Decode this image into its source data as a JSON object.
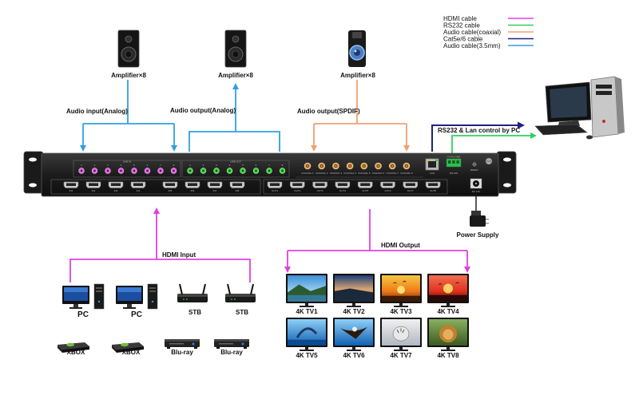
{
  "legend": [
    {
      "label": "HDMI cable",
      "color": "#e040e0"
    },
    {
      "label": "RS232 cable",
      "color": "#30d060"
    },
    {
      "label": "Audio cable(coaxial)",
      "color": "#f0a070"
    },
    {
      "label": "Cat5e/6 cable",
      "color": "#202080"
    },
    {
      "label": "Audio cable(3.5mm)",
      "color": "#30a0e0"
    }
  ],
  "amplifiers": {
    "left": "Amplifier×8",
    "middle": "Amplifier×8",
    "right": "Amplifier×8"
  },
  "connections": {
    "audio_input": "Audio input(Analog)",
    "audio_output_analog": "Audio output(Analog)",
    "audio_output_spdif": "Audio output(SPDIF)",
    "control": "RS232 & Lan control by PC",
    "power": "Power Supply",
    "hdmi_input": "HDMI Input",
    "hdmi_output": "HDMI Output"
  },
  "panel": {
    "analog_in_label": "LINE IN",
    "analog_out_label": "LINE OUT",
    "lan_label": "LAN",
    "rs232_label": "RS-232",
    "rs232_pins": "TX RX GND",
    "reset_label": "RESET",
    "dc_label": "DC 12V",
    "spdif_ports": [
      "COAXIAL 1",
      "COAXIAL 2",
      "COAXIAL 3",
      "COAXIAL 4",
      "COAXIAL 5",
      "COAXIAL 6",
      "COAXIAL 7",
      "COAXIAL 8"
    ],
    "hdmi_in_ports": [
      "IN1",
      "IN2",
      "IN3",
      "IN4",
      "IN5",
      "IN6",
      "IN7",
      "IN8"
    ],
    "hdmi_out_ports": [
      "OUT1",
      "OUT2",
      "OUT3",
      "OUT4",
      "OUT5",
      "OUT6",
      "OUT7",
      "OUT8"
    ],
    "numbers": [
      "1",
      "2",
      "3",
      "4",
      "5",
      "6",
      "7",
      "8"
    ]
  },
  "sources": [
    {
      "label": "PC",
      "icon": "pc-icon"
    },
    {
      "label": "PC",
      "icon": "pc-icon"
    },
    {
      "label": "STB",
      "icon": "stb-icon"
    },
    {
      "label": "STB",
      "icon": "stb-icon"
    },
    {
      "label": "XBOX",
      "icon": "xbox-icon"
    },
    {
      "label": "XBOX",
      "icon": "xbox-icon"
    },
    {
      "label": "Blu-ray",
      "icon": "bluray-icon"
    },
    {
      "label": "Blu-ray",
      "icon": "bluray-icon"
    }
  ],
  "displays": [
    {
      "label": "4K TV1",
      "scene": "lake"
    },
    {
      "label": "4K TV2",
      "scene": "coast"
    },
    {
      "label": "4K TV3",
      "scene": "sunset-birds"
    },
    {
      "label": "4K TV4",
      "scene": "sunset-red"
    },
    {
      "label": "4K TV5",
      "scene": "dolphin"
    },
    {
      "label": "4K TV6",
      "scene": "eagle"
    },
    {
      "label": "4K TV7",
      "scene": "tiger"
    },
    {
      "label": "4K TV8",
      "scene": "lion"
    }
  ]
}
